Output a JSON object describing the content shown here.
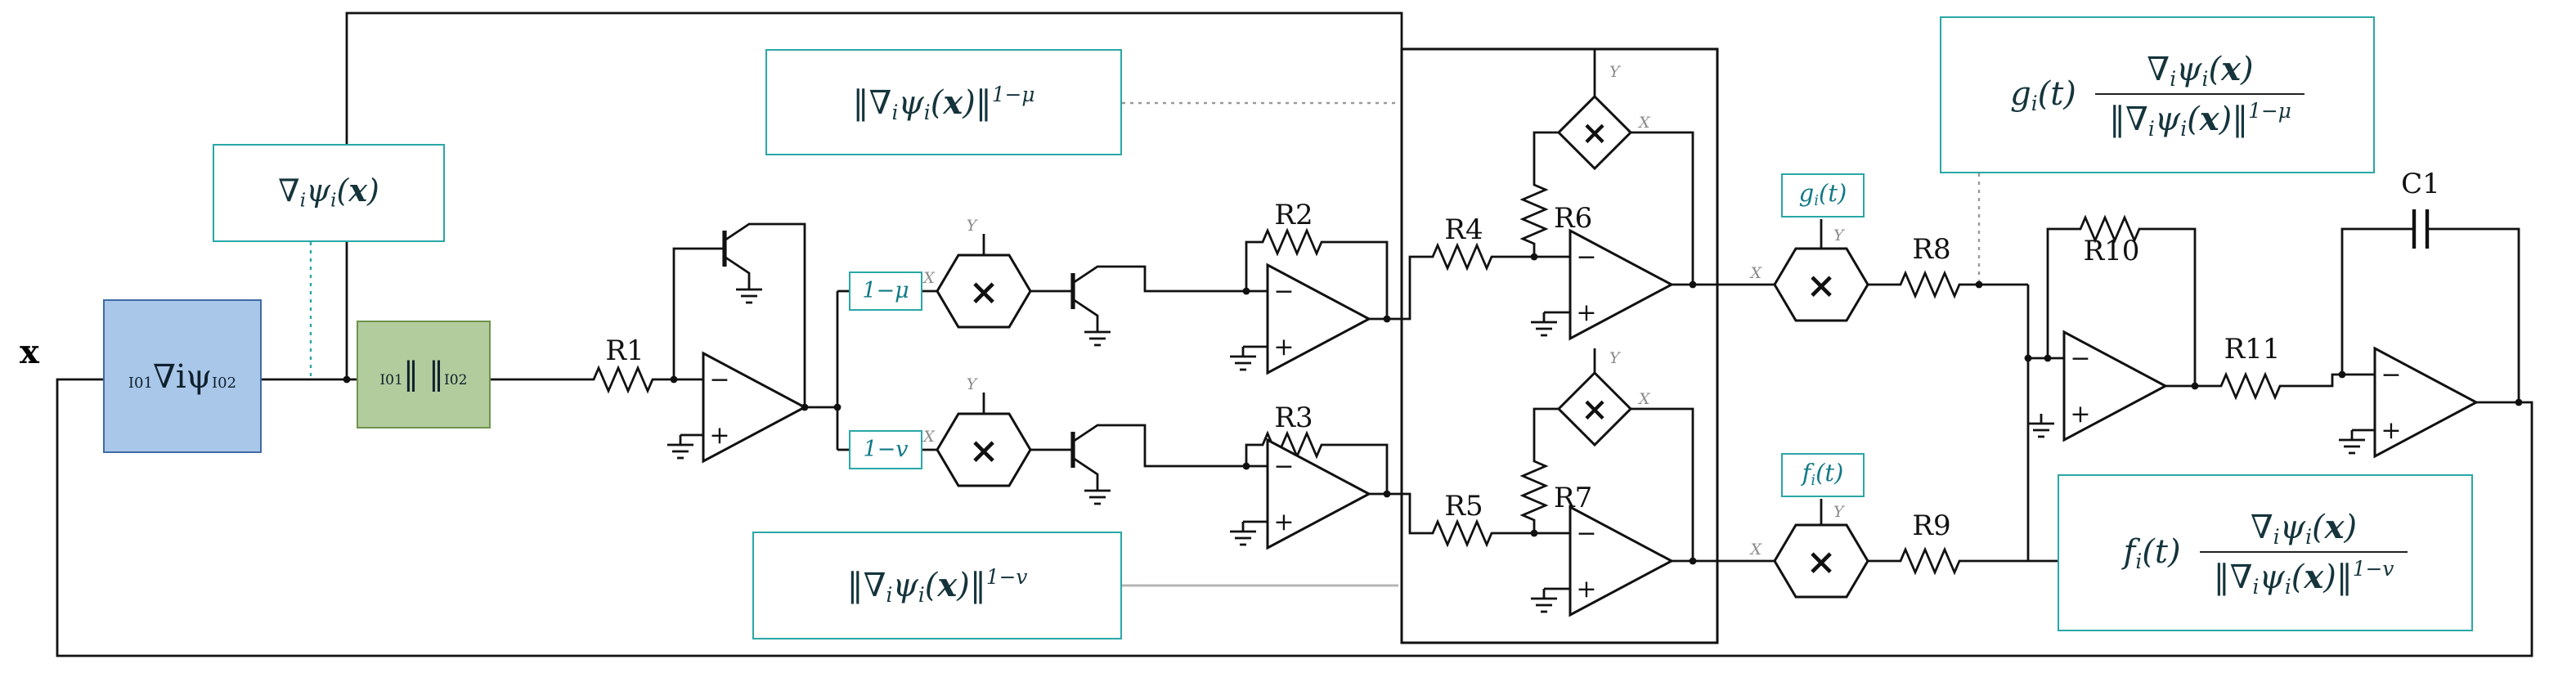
{
  "input_label": "x",
  "glyphs": {
    "mult": "×",
    "minus": "−",
    "plus": "+"
  },
  "ports": {
    "y": "Y",
    "x": "X"
  },
  "components": {
    "r1": "R1",
    "r2": "R2",
    "r3": "R3",
    "r4": "R4",
    "r5": "R5",
    "r6": "R6",
    "r7": "R7",
    "r8": "R8",
    "r9": "R9",
    "r10": "R10",
    "r11": "R11",
    "c1": "C1"
  },
  "blocks": {
    "gradient": [
      {
        "t": "I01",
        "s": "tiny"
      },
      {
        "t": "∇iψ"
      },
      {
        "t": "I02",
        "s": "tiny"
      }
    ],
    "norm": [
      {
        "t": "I01",
        "s": "tiny"
      },
      {
        "t": "‖ ‖"
      },
      {
        "t": "I02",
        "s": "tiny"
      }
    ]
  },
  "callouts": {
    "grad": [
      {
        "t": "∇"
      },
      {
        "t": "i",
        "s": "sub"
      },
      {
        "t": "ψ"
      },
      {
        "t": "i",
        "s": "sub"
      },
      {
        "t": "("
      },
      {
        "t": "x",
        "s": "bx"
      },
      {
        "t": ")"
      }
    ],
    "norm_mu": [
      {
        "t": "‖∇"
      },
      {
        "t": "i",
        "s": "sub"
      },
      {
        "t": "ψ"
      },
      {
        "t": "i",
        "s": "sub"
      },
      {
        "t": "("
      },
      {
        "t": "x",
        "s": "bx"
      },
      {
        "t": ")‖"
      },
      {
        "t": "1−μ",
        "s": "sup"
      }
    ],
    "norm_v": [
      {
        "t": "‖∇"
      },
      {
        "t": "i",
        "s": "sub"
      },
      {
        "t": "ψ"
      },
      {
        "t": "i",
        "s": "sub"
      },
      {
        "t": "("
      },
      {
        "t": "x",
        "s": "bx"
      },
      {
        "t": ")‖"
      },
      {
        "t": "1−v",
        "s": "sup"
      }
    ],
    "gain_mu": "1−μ",
    "gain_v": "1−v",
    "g": [
      {
        "t": "g"
      },
      {
        "t": "i",
        "s": "sub"
      },
      {
        "t": "(t)"
      }
    ],
    "f": [
      {
        "t": "f"
      },
      {
        "t": "i",
        "s": "sub"
      },
      {
        "t": "(t)"
      }
    ],
    "big_g": {
      "lead": [
        {
          "t": "g"
        },
        {
          "t": "i",
          "s": "sub"
        },
        {
          "t": "(t)"
        }
      ],
      "num": [
        {
          "t": "∇"
        },
        {
          "t": "i",
          "s": "sub"
        },
        {
          "t": "ψ"
        },
        {
          "t": "i",
          "s": "sub"
        },
        {
          "t": "("
        },
        {
          "t": "x",
          "s": "bx"
        },
        {
          "t": ")"
        }
      ],
      "den": [
        {
          "t": "‖∇"
        },
        {
          "t": "i",
          "s": "sub"
        },
        {
          "t": "ψ"
        },
        {
          "t": "i",
          "s": "sub"
        },
        {
          "t": "("
        },
        {
          "t": "x",
          "s": "bx"
        },
        {
          "t": ")‖"
        },
        {
          "t": "1−μ",
          "s": "sup"
        }
      ]
    },
    "big_f": {
      "lead": [
        {
          "t": "f"
        },
        {
          "t": "i",
          "s": "sub"
        },
        {
          "t": "(t)"
        }
      ],
      "num": [
        {
          "t": "∇"
        },
        {
          "t": "i",
          "s": "sub"
        },
        {
          "t": "ψ"
        },
        {
          "t": "i",
          "s": "sub"
        },
        {
          "t": "("
        },
        {
          "t": "x",
          "s": "bx"
        },
        {
          "t": ")"
        }
      ],
      "den": [
        {
          "t": "‖∇"
        },
        {
          "t": "i",
          "s": "sub"
        },
        {
          "t": "ψ"
        },
        {
          "t": "i",
          "s": "sub"
        },
        {
          "t": "("
        },
        {
          "t": "x",
          "s": "bx"
        },
        {
          "t": ")‖"
        },
        {
          "t": "1−v",
          "s": "sup"
        }
      ]
    }
  },
  "colors": {
    "teal": "#2aa7a7",
    "wire": "#111111",
    "blue_fill": "#a9c7e9",
    "green_fill": "#b3cc9d",
    "gray": "#9a9a9a"
  }
}
